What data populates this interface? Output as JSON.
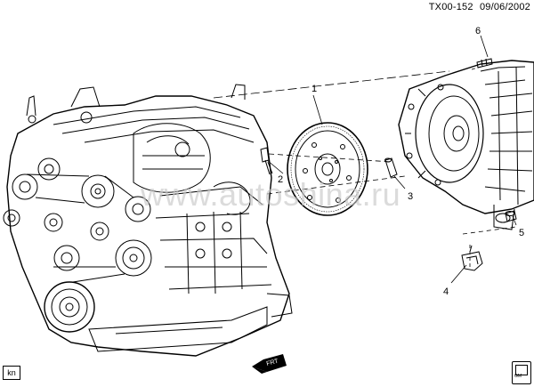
{
  "header": {
    "code": "TX00-152",
    "date": "09/06/2002"
  },
  "corner_tag": "kn",
  "watermark": "www.autoshina.ru",
  "callouts": [
    {
      "number": "1",
      "part": "flexplate"
    },
    {
      "number": "2",
      "part": "flexplate-bolt"
    },
    {
      "number": "3",
      "part": "dowel-pin"
    },
    {
      "number": "4",
      "part": "flywheel-cover"
    },
    {
      "number": "5",
      "part": "transmission-bolt-lower"
    },
    {
      "number": "6",
      "part": "transmission-stud-upper"
    }
  ],
  "front_label": "FRT",
  "logo_text": "GM",
  "icons": [
    "front-arrow-icon",
    "gm-logo-icon"
  ]
}
